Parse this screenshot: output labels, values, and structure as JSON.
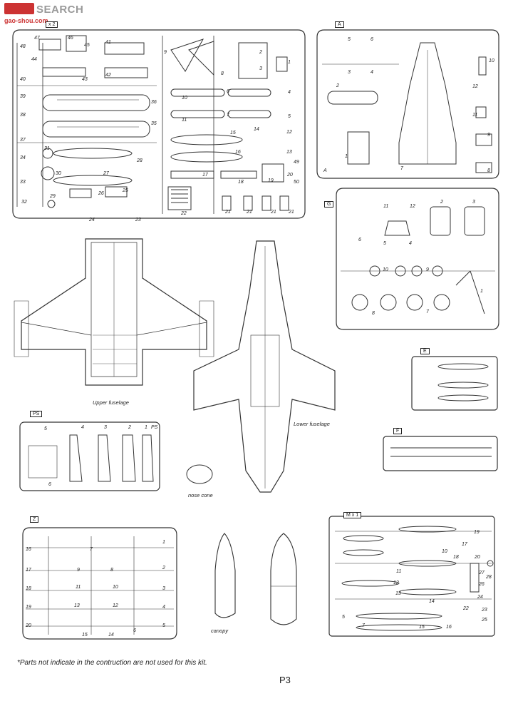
{
  "watermark": {
    "title": "SEARCH",
    "url": "gao-shou.com"
  },
  "sprues": {
    "main_mult": "x 2",
    "a": "A",
    "a_corner": "A",
    "g": "G",
    "e": "E",
    "f": "F",
    "ps": "PS",
    "ps_corner": "PS",
    "z": "Z",
    "m": "M",
    "m_mult": "x 1"
  },
  "captions": {
    "upper_fuselage": "Upper fuselage",
    "lower_fuselage": "Lower fuselage",
    "nose_cone": "nose cone",
    "canopy": "canopy"
  },
  "main_numbers": [
    "47",
    "46",
    "45",
    "41",
    "9",
    "48",
    "44",
    "40",
    "39",
    "38",
    "37",
    "34",
    "33",
    "32",
    "43",
    "42",
    "36",
    "35",
    "31",
    "30",
    "29",
    "28",
    "27",
    "26",
    "25",
    "24",
    "23",
    "22",
    "8",
    "10",
    "11",
    "15",
    "16",
    "17",
    "18",
    "1",
    "2",
    "3",
    "4",
    "5",
    "6",
    "7",
    "12",
    "13",
    "14",
    "19",
    "20",
    "21",
    "21",
    "21",
    "21",
    "49",
    "50"
  ],
  "a_numbers": [
    "5",
    "6",
    "3",
    "4",
    "2",
    "1",
    "7",
    "10",
    "12",
    "11",
    "9",
    "8"
  ],
  "g_numbers": [
    "11",
    "12",
    "2",
    "3",
    "6",
    "5",
    "4",
    "10",
    "9",
    "8",
    "7",
    "1"
  ],
  "ps_numbers": [
    "5",
    "4",
    "3",
    "2",
    "1",
    "6"
  ],
  "z_numbers": [
    "1",
    "16",
    "17",
    "18",
    "19",
    "20",
    "2",
    "9",
    "8",
    "11",
    "10",
    "13",
    "12",
    "7",
    "15",
    "14",
    "6",
    "3",
    "4",
    "5"
  ],
  "m_numbers": [
    "19",
    "17",
    "10",
    "18",
    "20",
    "11",
    "12",
    "13",
    "14",
    "15",
    "16",
    "7",
    "22",
    "23",
    "24",
    "25",
    "26",
    "27",
    "28",
    "5"
  ],
  "footnote": "*Parts not indicate in the contruction are not used for this kit.",
  "page": "P3"
}
